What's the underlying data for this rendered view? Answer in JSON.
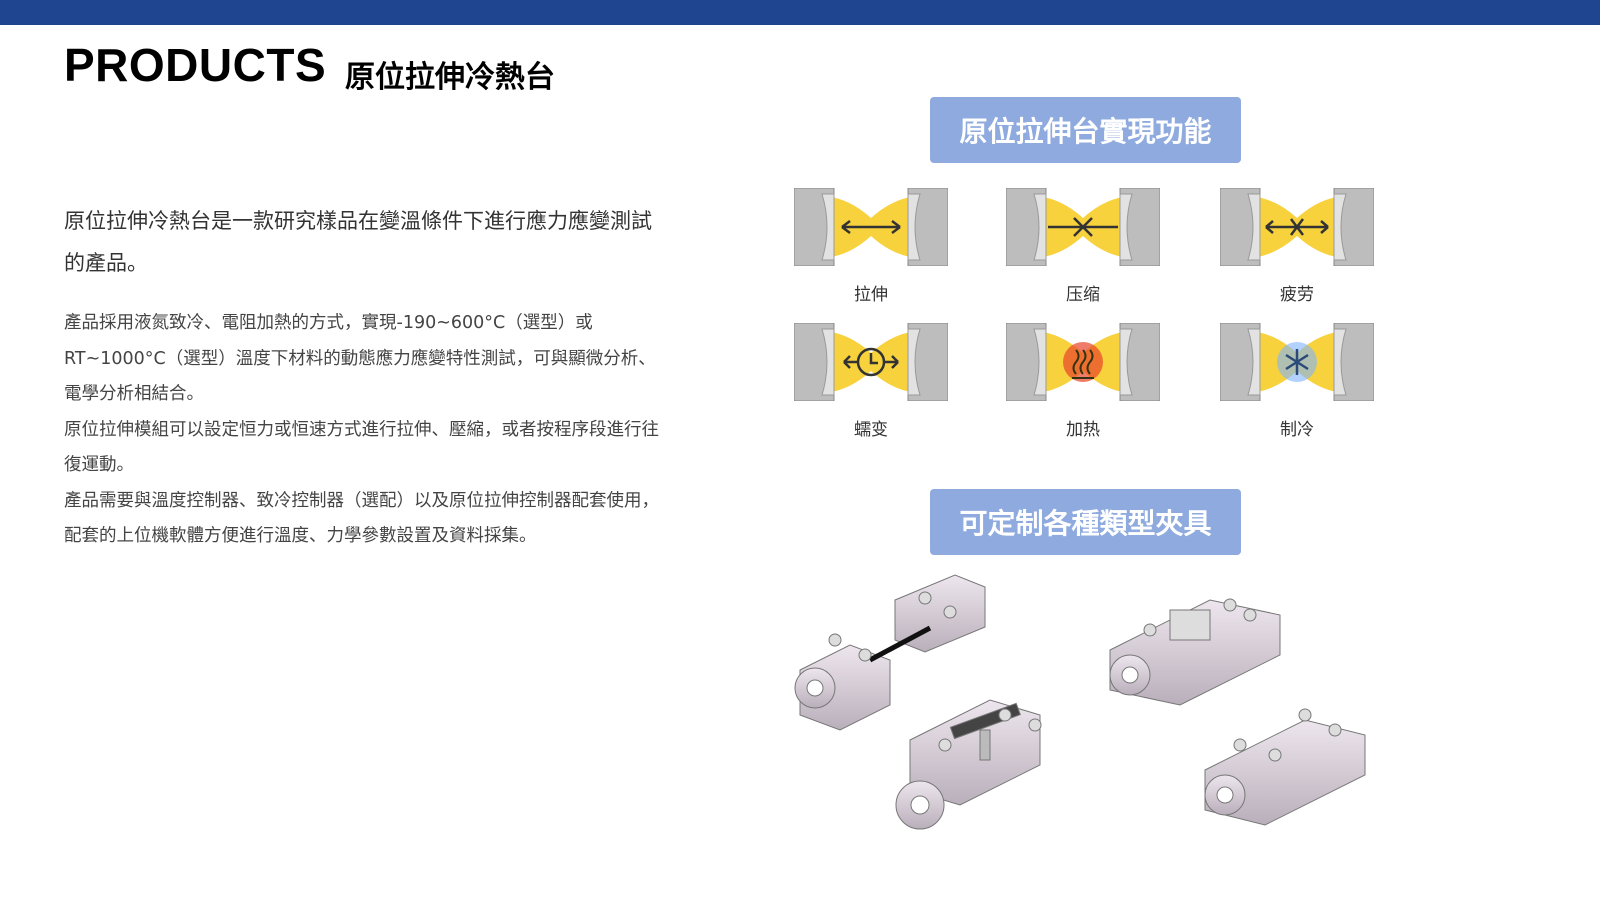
{
  "header": {
    "title": "PRODUCTS",
    "subtitle": "原位拉伸冷熱台"
  },
  "intro": "原位拉伸冷熱台是一款研究樣品在變溫條件下進行應力應變測試的產品。",
  "paragraphs": [
    "產品採用液氮致冷、電阻加熱的方式，實現-190~600°C（選型）或RT~1000°C（選型）溫度下材料的動態應力應變特性測試，可與顯微分析、電學分析相結合。",
    "原位拉伸模組可以設定恒力或恒速方式進行拉伸、壓縮，或者按程序段進行往復運動。",
    "產品需要與溫度控制器、致冷控制器（選配）以及原位拉伸控制器配套使用，配套的上位機軟體方便進行溫度、力學參數設置及資料採集。"
  ],
  "functions_badge": "原位拉伸台實現功能",
  "functions": [
    {
      "label": "拉伸",
      "icon": "tension-icon"
    },
    {
      "label": "压缩",
      "icon": "compression-icon"
    },
    {
      "label": "疲劳",
      "icon": "fatigue-icon"
    },
    {
      "label": "蠕变",
      "icon": "creep-icon"
    },
    {
      "label": "加热",
      "icon": "heating-icon"
    },
    {
      "label": "制冷",
      "icon": "cooling-icon"
    }
  ],
  "fixtures_badge": "可定制各種類型夾具",
  "colors": {
    "topbar": "#1f4591",
    "badge": "#8eaade",
    "sample": "#f7d23c"
  }
}
